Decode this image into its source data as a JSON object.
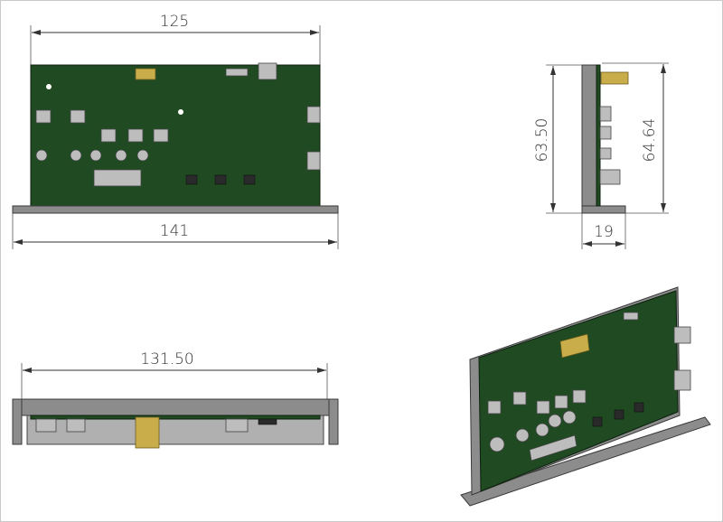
{
  "drawing": {
    "top_view": {
      "width_dimension": "125",
      "base_width_dimension": "141"
    },
    "side_view": {
      "height_dimension_left": "63.50",
      "height_dimension_right": "64.64",
      "depth_dimension": "19"
    },
    "front_view": {
      "width_dimension": "131.50"
    }
  },
  "colors": {
    "pcb": "#1f4a22",
    "bracket": "#8c8c8c",
    "connector": "#c8ad4a"
  }
}
